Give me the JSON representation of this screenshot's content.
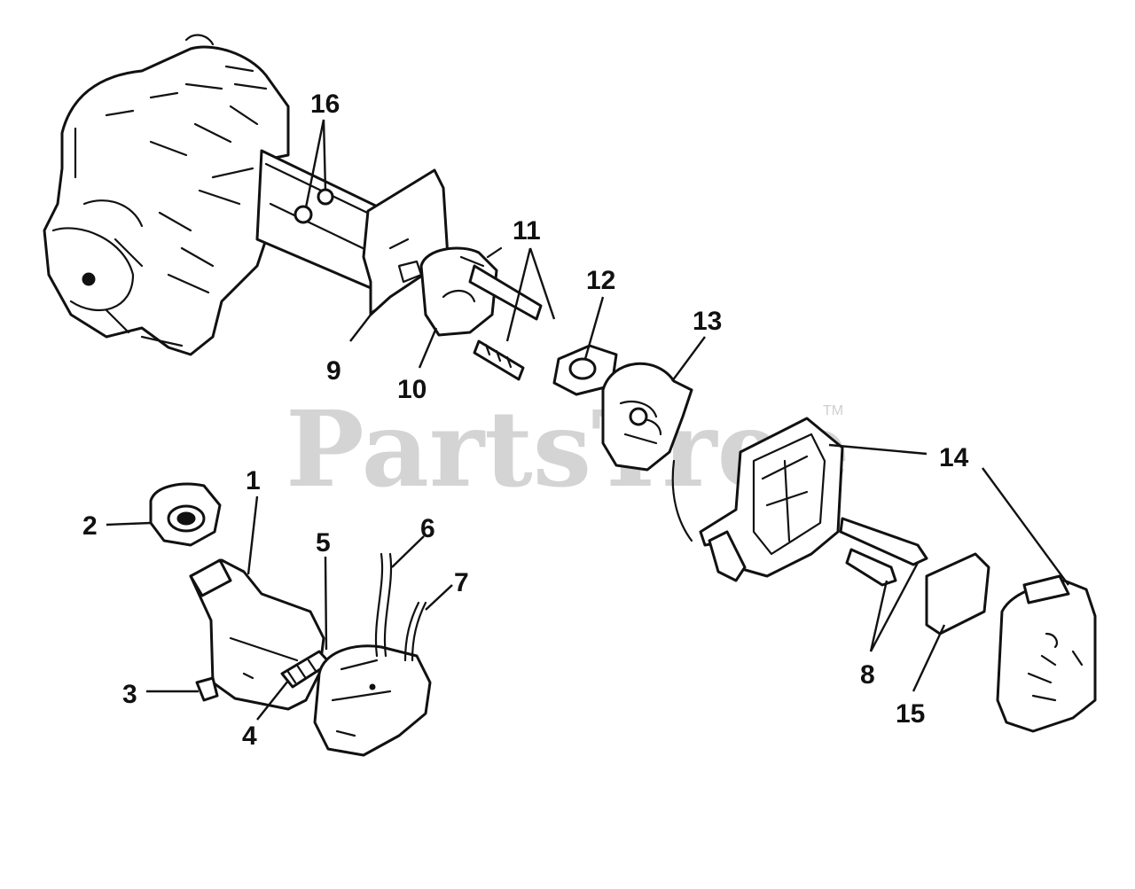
{
  "watermark": {
    "text": "PartsTree",
    "trademark": "TM"
  },
  "callouts": [
    {
      "id": "1",
      "text": "1"
    },
    {
      "id": "2",
      "text": "2"
    },
    {
      "id": "3",
      "text": "3"
    },
    {
      "id": "4",
      "text": "4"
    },
    {
      "id": "5",
      "text": "5"
    },
    {
      "id": "6",
      "text": "6"
    },
    {
      "id": "7",
      "text": "7"
    },
    {
      "id": "8",
      "text": "8"
    },
    {
      "id": "9",
      "text": "9"
    },
    {
      "id": "10",
      "text": "10"
    },
    {
      "id": "11",
      "text": "11"
    },
    {
      "id": "12",
      "text": "12"
    },
    {
      "id": "13",
      "text": "13"
    },
    {
      "id": "14",
      "text": "14"
    },
    {
      "id": "15",
      "text": "15"
    },
    {
      "id": "16",
      "text": "16"
    }
  ]
}
